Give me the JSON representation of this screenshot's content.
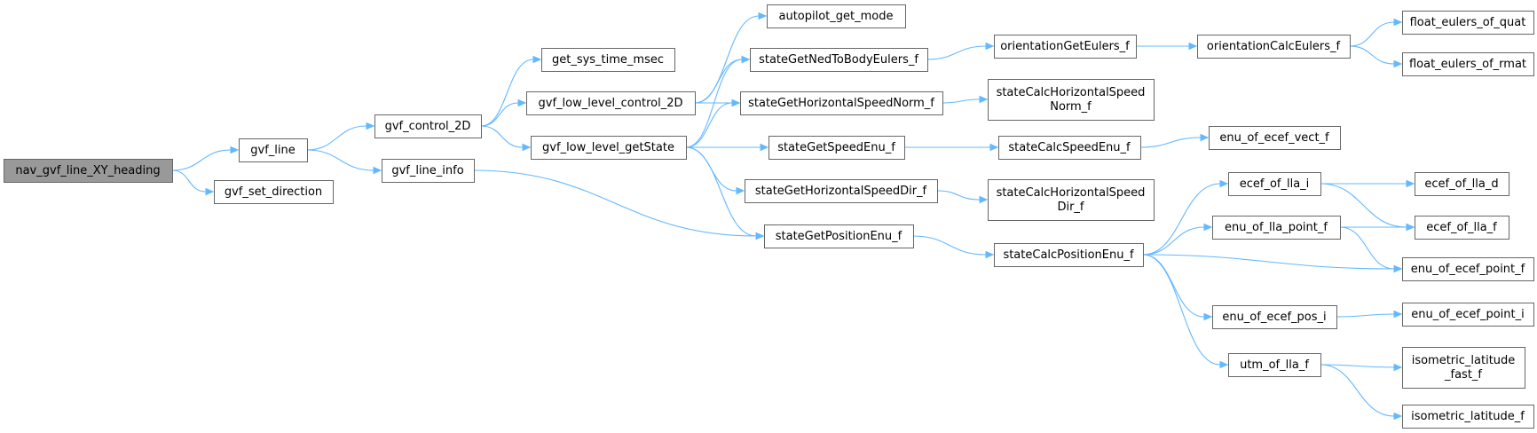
{
  "graph": {
    "type": "call-graph",
    "root": "nav_gvf_line_XY_heading",
    "colors": {
      "edge": "#63b8ff",
      "root_fill": "#999999",
      "node_fill": "#ffffff",
      "node_border": "#666666"
    },
    "nodes": [
      {
        "id": "nav_gvf_line_XY_heading",
        "lines": [
          "nav_gvf_line_XY_heading"
        ],
        "root": true
      },
      {
        "id": "gvf_line",
        "lines": [
          "gvf_line"
        ]
      },
      {
        "id": "gvf_set_direction",
        "lines": [
          "gvf_set_direction"
        ]
      },
      {
        "id": "gvf_control_2D",
        "lines": [
          "gvf_control_2D"
        ]
      },
      {
        "id": "gvf_line_info",
        "lines": [
          "gvf_line_info"
        ]
      },
      {
        "id": "get_sys_time_msec",
        "lines": [
          "get_sys_time_msec"
        ]
      },
      {
        "id": "gvf_low_level_control_2D",
        "lines": [
          "gvf_low_level_control_2D"
        ]
      },
      {
        "id": "gvf_low_level_getState",
        "lines": [
          "gvf_low_level_getState"
        ]
      },
      {
        "id": "autopilot_get_mode",
        "lines": [
          "autopilot_get_mode"
        ]
      },
      {
        "id": "stateGetNedToBodyEulers_f",
        "lines": [
          "stateGetNedToBodyEulers_f"
        ]
      },
      {
        "id": "stateGetHorizontalSpeedNorm_f",
        "lines": [
          "stateGetHorizontalSpeedNorm_f"
        ]
      },
      {
        "id": "stateGetSpeedEnu_f",
        "lines": [
          "stateGetSpeedEnu_f"
        ]
      },
      {
        "id": "stateGetHorizontalSpeedDir_f",
        "lines": [
          "stateGetHorizontalSpeedDir_f"
        ]
      },
      {
        "id": "stateGetPositionEnu_f",
        "lines": [
          "stateGetPositionEnu_f"
        ]
      },
      {
        "id": "orientationGetEulers_f",
        "lines": [
          "orientationGetEulers_f"
        ]
      },
      {
        "id": "stateCalcHorizontalSpeedNorm_f",
        "lines": [
          "stateCalcHorizontalSpeed",
          "Norm_f"
        ]
      },
      {
        "id": "stateCalcSpeedEnu_f",
        "lines": [
          "stateCalcSpeedEnu_f"
        ]
      },
      {
        "id": "stateCalcHorizontalSpeedDir_f",
        "lines": [
          "stateCalcHorizontalSpeed",
          "Dir_f"
        ]
      },
      {
        "id": "stateCalcPositionEnu_f",
        "lines": [
          "stateCalcPositionEnu_f"
        ]
      },
      {
        "id": "orientationCalcEulers_f",
        "lines": [
          "orientationCalcEulers_f"
        ]
      },
      {
        "id": "enu_of_ecef_vect_f",
        "lines": [
          "enu_of_ecef_vect_f"
        ]
      },
      {
        "id": "ecef_of_lla_i",
        "lines": [
          "ecef_of_lla_i"
        ]
      },
      {
        "id": "enu_of_lla_point_f",
        "lines": [
          "enu_of_lla_point_f"
        ]
      },
      {
        "id": "enu_of_ecef_pos_i",
        "lines": [
          "enu_of_ecef_pos_i"
        ]
      },
      {
        "id": "utm_of_lla_f",
        "lines": [
          "utm_of_lla_f"
        ]
      },
      {
        "id": "float_eulers_of_quat",
        "lines": [
          "float_eulers_of_quat"
        ]
      },
      {
        "id": "float_eulers_of_rmat",
        "lines": [
          "float_eulers_of_rmat"
        ]
      },
      {
        "id": "ecef_of_lla_d",
        "lines": [
          "ecef_of_lla_d"
        ]
      },
      {
        "id": "ecef_of_lla_f",
        "lines": [
          "ecef_of_lla_f"
        ]
      },
      {
        "id": "enu_of_ecef_point_f",
        "lines": [
          "enu_of_ecef_point_f"
        ]
      },
      {
        "id": "enu_of_ecef_point_i",
        "lines": [
          "enu_of_ecef_point_i"
        ]
      },
      {
        "id": "isometric_latitude_fast_f",
        "lines": [
          "isometric_latitude",
          "_fast_f"
        ]
      },
      {
        "id": "isometric_latitude_f",
        "lines": [
          "isometric_latitude_f"
        ]
      }
    ],
    "edges": [
      [
        "nav_gvf_line_XY_heading",
        "gvf_line"
      ],
      [
        "nav_gvf_line_XY_heading",
        "gvf_set_direction"
      ],
      [
        "gvf_line",
        "gvf_control_2D"
      ],
      [
        "gvf_line",
        "gvf_line_info"
      ],
      [
        "gvf_control_2D",
        "get_sys_time_msec"
      ],
      [
        "gvf_control_2D",
        "gvf_low_level_control_2D"
      ],
      [
        "gvf_control_2D",
        "gvf_low_level_getState"
      ],
      [
        "gvf_line_info",
        "stateGetPositionEnu_f"
      ],
      [
        "gvf_low_level_control_2D",
        "autopilot_get_mode"
      ],
      [
        "gvf_low_level_control_2D",
        "stateGetNedToBodyEulers_f"
      ],
      [
        "gvf_low_level_control_2D",
        "stateGetHorizontalSpeedNorm_f"
      ],
      [
        "gvf_low_level_getState",
        "stateGetNedToBodyEulers_f"
      ],
      [
        "gvf_low_level_getState",
        "stateGetHorizontalSpeedNorm_f"
      ],
      [
        "gvf_low_level_getState",
        "stateGetSpeedEnu_f"
      ],
      [
        "gvf_low_level_getState",
        "stateGetHorizontalSpeedDir_f"
      ],
      [
        "gvf_low_level_getState",
        "stateGetPositionEnu_f"
      ],
      [
        "stateGetNedToBodyEulers_f",
        "orientationGetEulers_f"
      ],
      [
        "stateGetHorizontalSpeedNorm_f",
        "stateCalcHorizontalSpeedNorm_f"
      ],
      [
        "stateGetSpeedEnu_f",
        "stateCalcSpeedEnu_f"
      ],
      [
        "stateGetHorizontalSpeedDir_f",
        "stateCalcHorizontalSpeedDir_f"
      ],
      [
        "stateGetPositionEnu_f",
        "stateCalcPositionEnu_f"
      ],
      [
        "orientationGetEulers_f",
        "orientationCalcEulers_f"
      ],
      [
        "stateCalcSpeedEnu_f",
        "enu_of_ecef_vect_f"
      ],
      [
        "orientationCalcEulers_f",
        "float_eulers_of_quat"
      ],
      [
        "orientationCalcEulers_f",
        "float_eulers_of_rmat"
      ],
      [
        "stateCalcPositionEnu_f",
        "ecef_of_lla_i"
      ],
      [
        "stateCalcPositionEnu_f",
        "enu_of_lla_point_f"
      ],
      [
        "stateCalcPositionEnu_f",
        "enu_of_ecef_point_f"
      ],
      [
        "stateCalcPositionEnu_f",
        "enu_of_ecef_pos_i"
      ],
      [
        "stateCalcPositionEnu_f",
        "utm_of_lla_f"
      ],
      [
        "ecef_of_lla_i",
        "ecef_of_lla_d"
      ],
      [
        "ecef_of_lla_i",
        "ecef_of_lla_f"
      ],
      [
        "enu_of_lla_point_f",
        "ecef_of_lla_f"
      ],
      [
        "enu_of_lla_point_f",
        "enu_of_ecef_point_f"
      ],
      [
        "enu_of_ecef_pos_i",
        "enu_of_ecef_point_i"
      ],
      [
        "utm_of_lla_f",
        "isometric_latitude_fast_f"
      ],
      [
        "utm_of_lla_f",
        "isometric_latitude_f"
      ]
    ]
  }
}
